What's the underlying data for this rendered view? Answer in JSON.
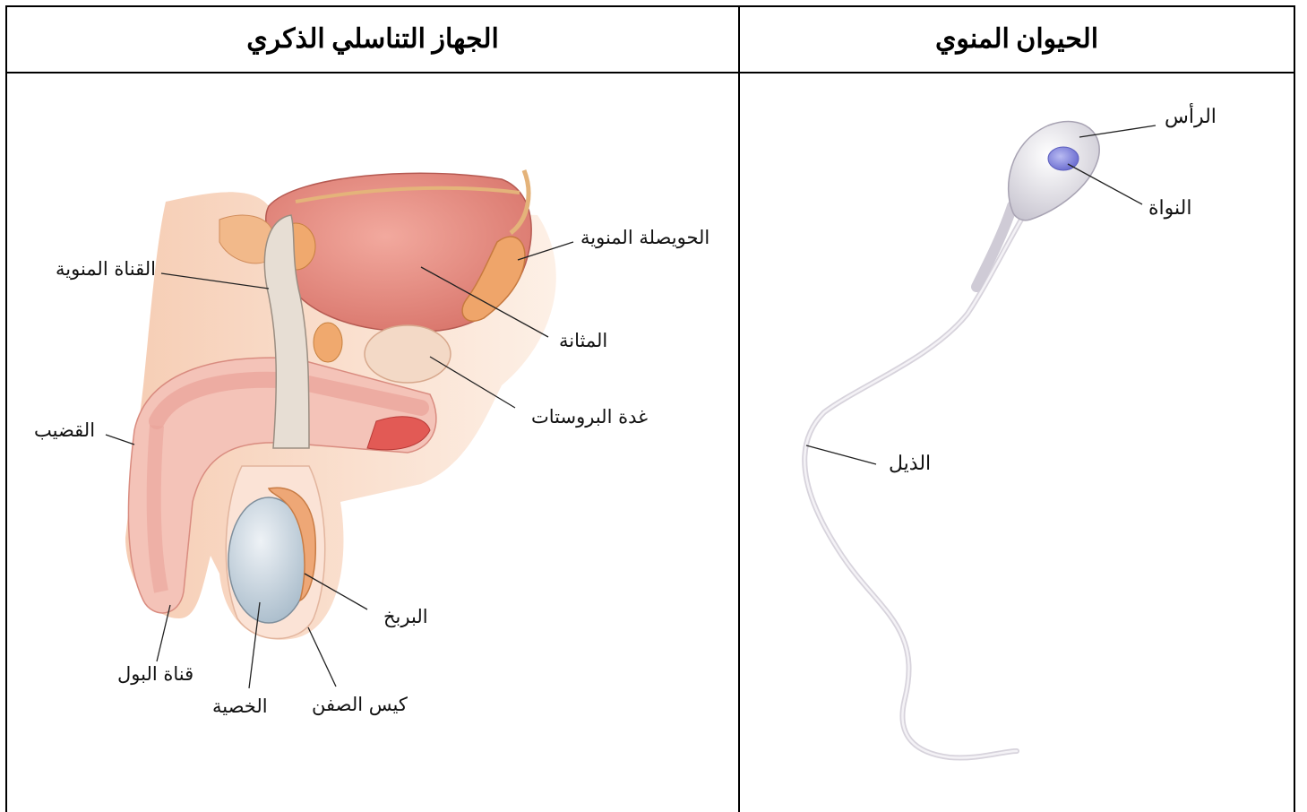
{
  "table": {
    "header_left": "الجهاز التناسلي الذكري",
    "header_right": "الحيوان المنوي"
  },
  "male_system_labels": {
    "vas_deferens": "القناة المنوية",
    "seminal_vesicle": "الحويصلة المنوية",
    "bladder": "المثانة",
    "prostate": "غدة البروستات",
    "penis": "القضيب",
    "urethra": "قناة البول",
    "testis": "الخصية",
    "scrotum": "كيس الصفن",
    "epididymis": "البربخ"
  },
  "sperm_labels": {
    "head": "الرأس",
    "nucleus": "النواة",
    "tail": "الذيل"
  },
  "colors": {
    "muscle": "#e98f85",
    "tissue": "#f8d7c3",
    "testis": "#c9d6df",
    "sperm_body": "#e6e3ea",
    "nucleus": "#8e8fe0"
  }
}
